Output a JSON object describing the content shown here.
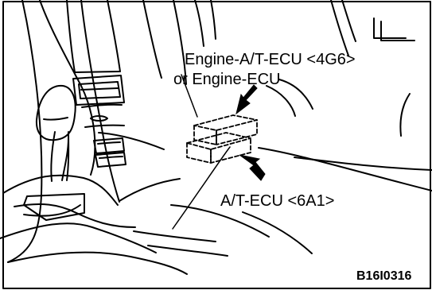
{
  "labels": {
    "engine_line_1": "Engine-A/T-ECU <4G6>",
    "engine_line_2": "or Engine-ECU",
    "at_ecu": "A/T-ECU <6A1>",
    "figure_code": "B16I0316"
  },
  "colors": {
    "line": "#000000",
    "background": "#ffffff"
  }
}
